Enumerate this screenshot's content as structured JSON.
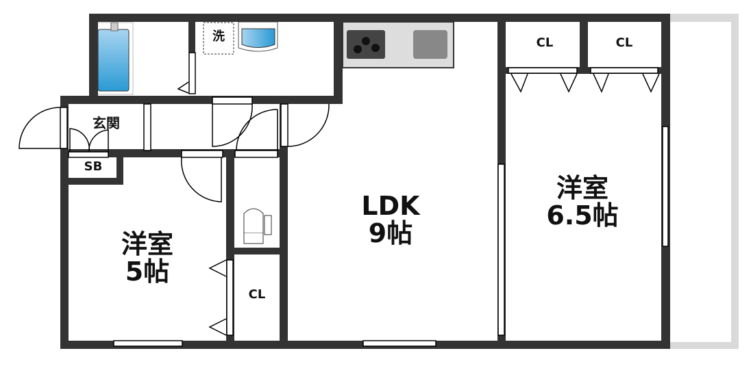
{
  "floorplan": {
    "rooms": {
      "ldk": {
        "name": "LDK",
        "size": "9帖"
      },
      "western_room_large": {
        "name": "洋室",
        "size": "6.5帖"
      },
      "western_room_small": {
        "name": "洋室",
        "size": "5帖"
      },
      "entrance": {
        "name": "玄関"
      },
      "shoe_box": {
        "name": "SB"
      },
      "closet_1": {
        "name": "CL"
      },
      "closet_2": {
        "name": "CL"
      },
      "closet_3": {
        "name": "CL"
      },
      "washer": {
        "name": "洗"
      }
    },
    "colors": {
      "wall": "#333333",
      "balcony": "#d9d9d9",
      "bath": "#3aa0d8",
      "counter": "#dddddd"
    }
  }
}
